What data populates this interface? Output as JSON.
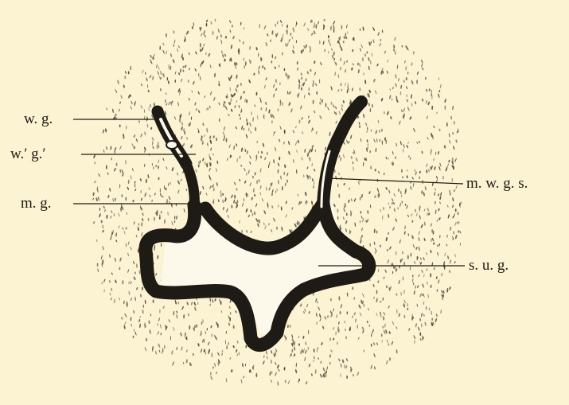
{
  "figure": {
    "background": "#fbf3d2",
    "ink": "#1e1a15",
    "labels": {
      "wg": "w. g.",
      "wg_prime": "w.′ g.′",
      "mg": "m. g.",
      "mwgs": "m. w. g. s.",
      "sug": "s. u. g."
    }
  }
}
